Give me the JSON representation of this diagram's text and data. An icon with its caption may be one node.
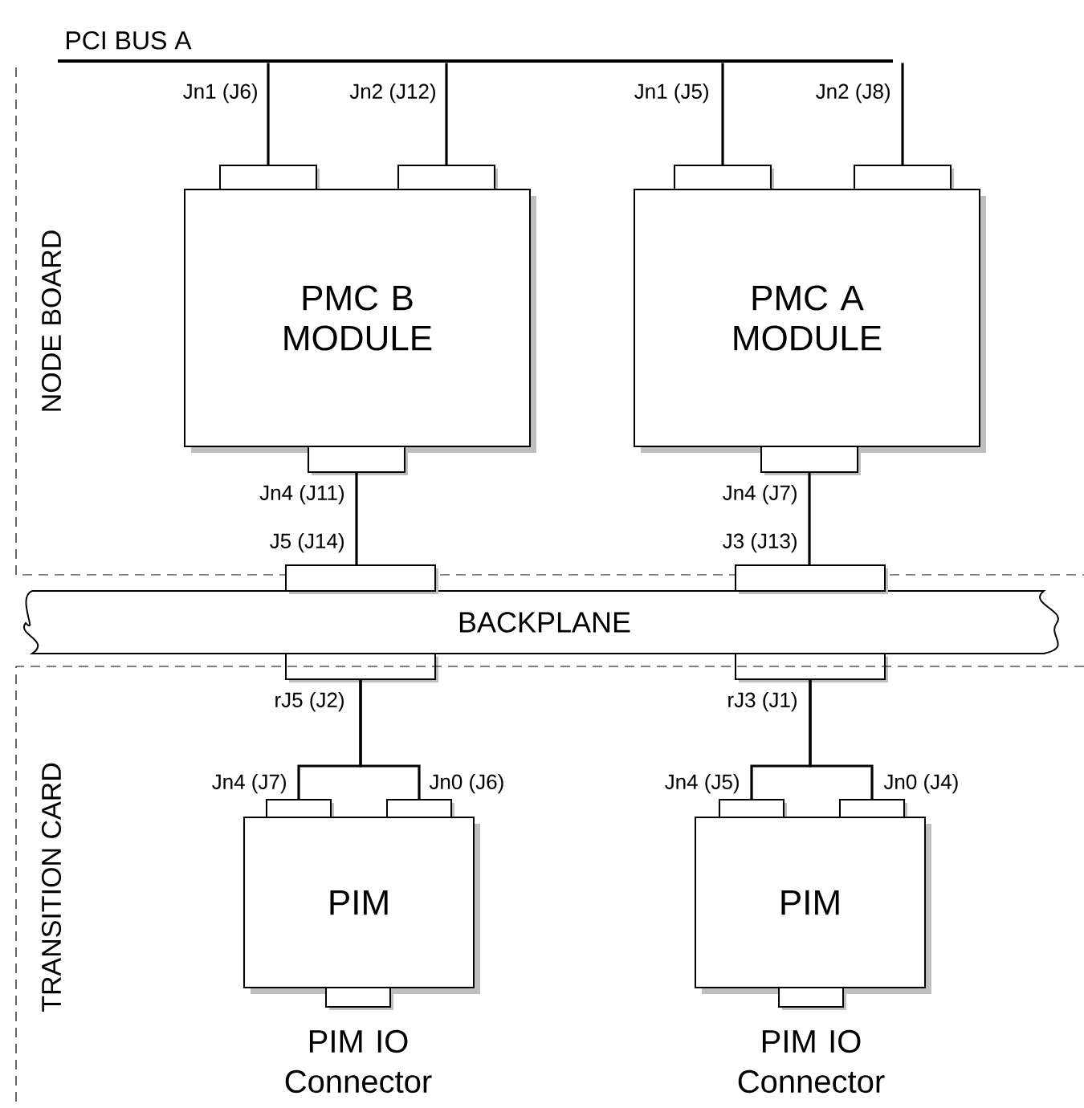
{
  "diagram": {
    "nodes": [
      {
        "text": [
          "PCI BUS A"
        ]
      },
      {
        "text": [
          "NODE BOARD"
        ]
      },
      {
        "text": [],
        "shape": "box",
        "in": 1
      },
      {
        "text": [],
        "shape": "box",
        "in": 1
      },
      {
        "text": [],
        "shape": "box",
        "in": 1
      },
      {
        "text": [],
        "shape": "box",
        "in": 1
      },
      {
        "text": [
          "PMC B MODULE"
        ],
        "in": 1
      },
      {
        "text": [
          "PMC A MODULE"
        ],
        "in": 1
      },
      {
        "text": [],
        "shape": "box",
        "in": 1,
        "beside": [
          "Jn4 (J11)"
        ]
      },
      {
        "text": [],
        "shape": "box",
        "in": 1,
        "beside": [
          "Jn4 (J7)"
        ]
      },
      {
        "text": [
          "BACKPLANE"
        ]
      },
      {
        "text": [],
        "shape": "box",
        "beside": [
          "J5 (J14)"
        ]
      },
      {
        "text": [],
        "shape": "box",
        "beside": [
          "J3 (J13)"
        ]
      },
      {
        "text": [],
        "shape": "box",
        "beside": [
          "rJ5 (J2)"
        ]
      },
      {
        "text": [],
        "shape": "box",
        "beside": [
          "rJ3 (J1)"
        ]
      },
      {
        "text": [
          "TRANSITION CARD"
        ]
      },
      {
        "text": [],
        "shape": "box",
        "in": 15,
        "beside": [
          "Jn4 (J7)"
        ]
      },
      {
        "text": [],
        "shape": "box",
        "in": 15,
        "beside": [
          "Jn0 (J6)"
        ]
      },
      {
        "text": [],
        "shape": "box",
        "in": 15,
        "beside": [
          "Jn4 (J5)"
        ]
      },
      {
        "text": [],
        "shape": "box",
        "in": 15,
        "beside": [
          "Jn0 (J4)"
        ]
      },
      {
        "text": [
          "PIM"
        ],
        "in": 15
      },
      {
        "text": [
          "PIM"
        ],
        "in": 15
      },
      {
        "text": [],
        "shape": "box",
        "in": 15,
        "beside": [
          "PIM IO Connector"
        ]
      },
      {
        "text": [],
        "shape": "box",
        "in": 15,
        "beside": [
          "PIM IO Connector"
        ]
      }
    ],
    "edges": [
      {
        "from": 0,
        "to": 2,
        "arrow": "none"
      },
      {
        "from": 0,
        "to": 3,
        "arrow": "none"
      },
      {
        "from": 0,
        "to": 4,
        "arrow": "none"
      },
      {
        "from": 0,
        "to": 5,
        "arrow": "none"
      },
      {
        "from": 8,
        "to": 11,
        "arrow": "none"
      },
      {
        "from": 9,
        "to": 12,
        "arrow": "none"
      },
      {
        "from": 13,
        "to": 16,
        "arrow": "none"
      },
      {
        "from": 13,
        "to": 17,
        "arrow": "none"
      },
      {
        "from": 14,
        "to": 18,
        "arrow": "none"
      },
      {
        "from": 14,
        "to": 19,
        "arrow": "none"
      }
    ],
    "labels": [
      "Jn1 (J6)",
      "Jn2 (J12)",
      "Jn1 (J5)",
      "Jn2 (J8)"
    ]
  }
}
